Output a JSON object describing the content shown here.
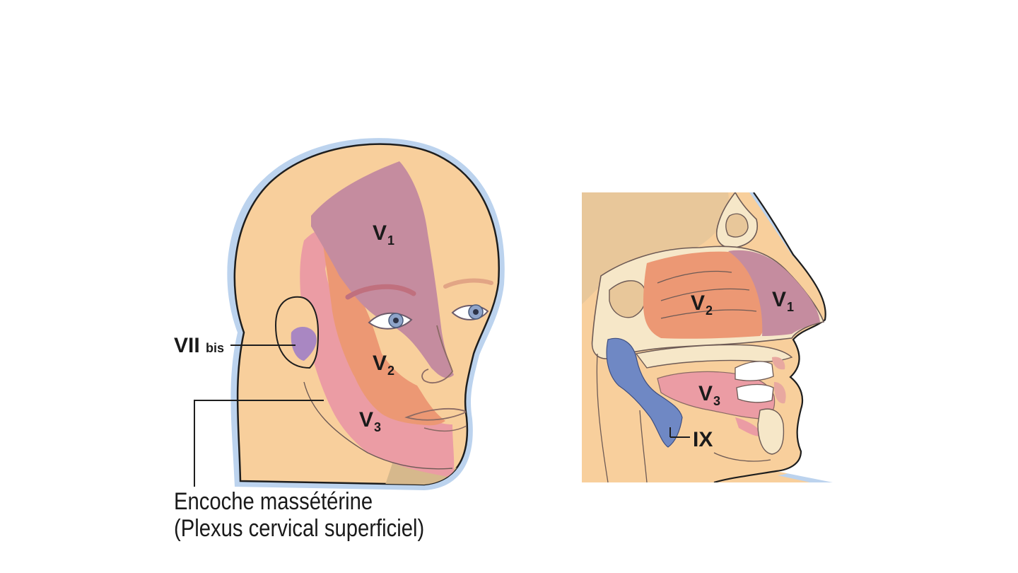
{
  "labels": {
    "face_v1": {
      "main": "V",
      "sub": "1"
    },
    "face_v2": {
      "main": "V",
      "sub": "2"
    },
    "face_v3": {
      "main": "V",
      "sub": "3"
    },
    "vii_bis": {
      "main": "VII",
      "sub": "bis"
    },
    "sag_v1": {
      "main": "V",
      "sub": "1"
    },
    "sag_v2": {
      "main": "V",
      "sub": "2"
    },
    "sag_v3": {
      "main": "V",
      "sub": "3"
    },
    "ix": "IX"
  },
  "caption": {
    "line1": "Encoche massétérine",
    "line2": "(Plexus cervical superficiel)"
  },
  "colors": {
    "skin": "#f8cf9c",
    "skin_outline": "#1e1e1e",
    "halo": "#bcd3ee",
    "v1": "#c58c9f",
    "v2": "#ec9874",
    "v3": "#eb9ca4",
    "vii_bis": "#a987c2",
    "ix": "#6f88c4",
    "bone": "#f6e7c8",
    "dark_skin": "#d6b88c"
  }
}
